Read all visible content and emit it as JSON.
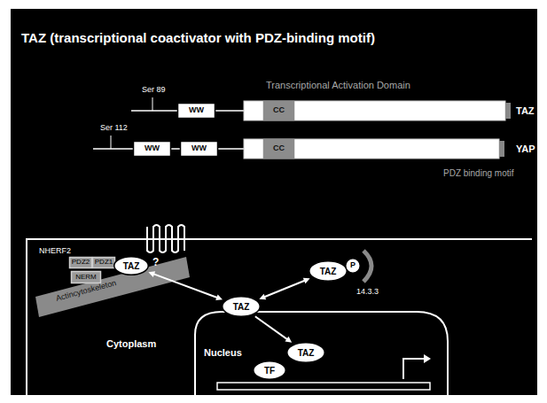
{
  "diagram": {
    "title": "TAZ (transcriptional coactivator with PDZ-binding motif)",
    "nodes": [
      {
        "text": [
          "WW"
        ]
      },
      {
        "text": [
          "CC"
        ]
      },
      {
        "text": [
          "WW"
        ]
      },
      {
        "text": [
          "WW"
        ]
      },
      {
        "text": [
          "CC"
        ]
      },
      {
        "text": [
          "PDZ2"
        ]
      },
      {
        "text": [
          "PDZ1"
        ]
      },
      {
        "text": [
          "TAZ"
        ]
      },
      {
        "text": [
          "NERM"
        ]
      },
      {
        "text": [
          "TAZ"
        ]
      },
      {
        "text": [
          "P"
        ]
      },
      {
        "text": [
          "TAZ"
        ]
      },
      {
        "text": [
          "TAZ"
        ]
      },
      {
        "text": [
          "TF"
        ]
      }
    ],
    "edges": [
      {
        "from": 7,
        "to": 11,
        "arrow": "both"
      },
      {
        "from": 11,
        "to": 9,
        "arrow": "both"
      },
      {
        "from": 11,
        "to": 12,
        "arrow": "to"
      }
    ],
    "labels": [
      "Ser 89",
      "Transcriptional Activation Domain",
      "TAZ",
      "Ser 112",
      "YAP",
      "PDZ binding motif",
      "NHERF2",
      "?",
      "Actincytoskeleton",
      "14.3.3",
      "Cytoplasm",
      "Nucleus"
    ]
  }
}
